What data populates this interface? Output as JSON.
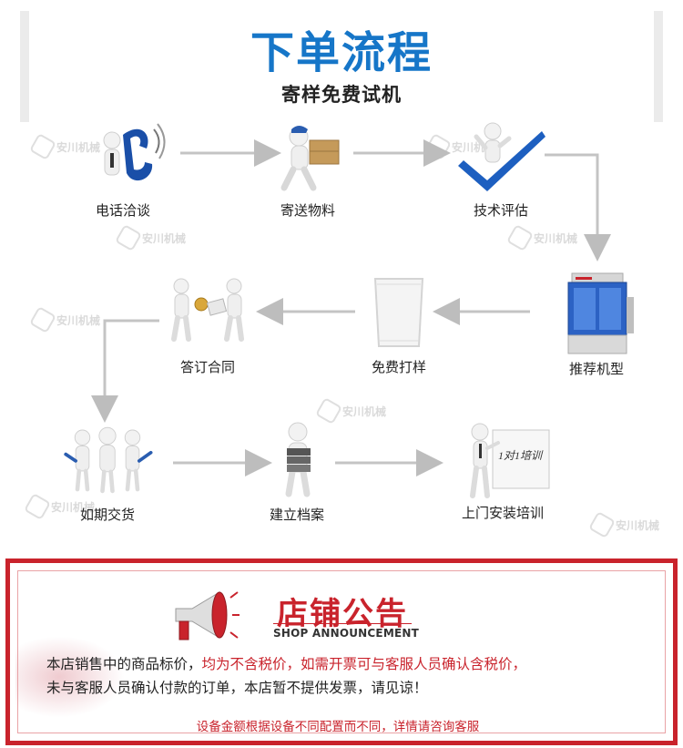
{
  "header": {
    "title": "下单流程",
    "subtitle": "寄样免费试机"
  },
  "watermark": "安川机械",
  "steps": [
    {
      "label": "电话洽谈",
      "icon": "phone-call-icon"
    },
    {
      "label": "寄送物料",
      "icon": "delivery-person-icon"
    },
    {
      "label": "技术评估",
      "icon": "checkmark-person-icon"
    },
    {
      "label": "推荐机型",
      "icon": "packing-machine-icon"
    },
    {
      "label": "免费打样",
      "icon": "sample-bag-icon"
    },
    {
      "label": "答订合同",
      "icon": "contract-handshake-icon"
    },
    {
      "label": "如期交货",
      "icon": "team-tools-icon"
    },
    {
      "label": "建立档案",
      "icon": "file-archive-icon"
    },
    {
      "label": "上门安装培训",
      "icon": "training-board-icon"
    }
  ],
  "training_board_text": "1对1培训",
  "notice": {
    "title": "店铺公告",
    "subtitle_en": "SHOP ANNOUNCEMENT",
    "line1_a": "本店销售中的商品标价，",
    "line1_b": "均为不含税价，如需开票可与客服人员确认含税价，",
    "line2": "未与客服人员确认付款的订单，本店暂不提供发票，请见谅！",
    "footer": "设备金额根据设备不同配置而不同，详情请咨询客服"
  },
  "colors": {
    "title_blue": "#1676c8",
    "notice_red": "#c9232c",
    "arrow_gray": "#bdbdbd"
  }
}
